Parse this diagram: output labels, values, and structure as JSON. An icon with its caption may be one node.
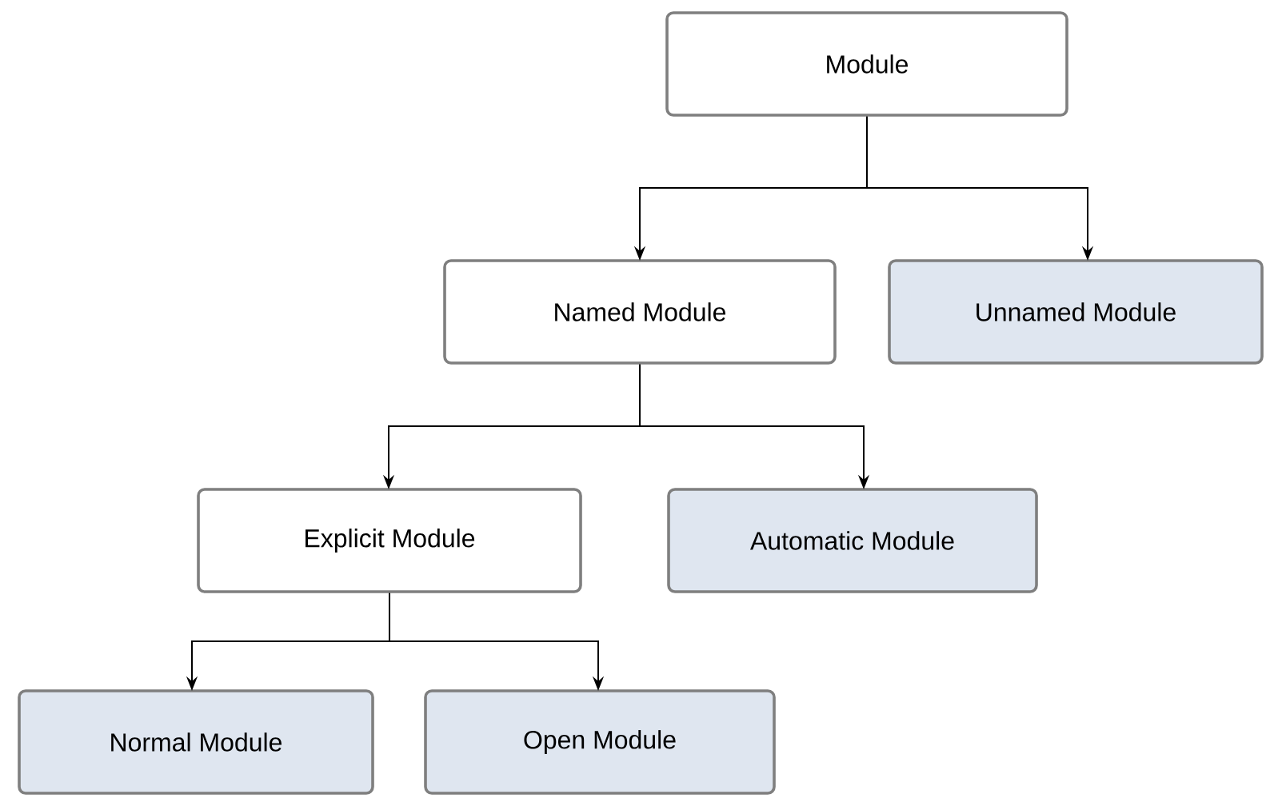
{
  "diagram": {
    "nodes": [
      {
        "text": [
          "Module"
        ]
      },
      {
        "text": [
          "Named Module"
        ]
      },
      {
        "text": [
          "Unnamed Module"
        ]
      },
      {
        "text": [
          "Explicit Module"
        ]
      },
      {
        "text": [
          "Automatic Module"
        ]
      },
      {
        "text": [
          "Normal Module"
        ]
      },
      {
        "text": [
          "Open Module"
        ]
      }
    ],
    "edges": [
      {
        "from": 0,
        "to": 1,
        "arrow": "to"
      },
      {
        "from": 0,
        "to": 2,
        "arrow": "to"
      },
      {
        "from": 1,
        "to": 3,
        "arrow": "to"
      },
      {
        "from": 1,
        "to": 4,
        "arrow": "to"
      },
      {
        "from": 3,
        "to": 5,
        "arrow": "to"
      },
      {
        "from": 3,
        "to": 6,
        "arrow": "to"
      }
    ]
  }
}
